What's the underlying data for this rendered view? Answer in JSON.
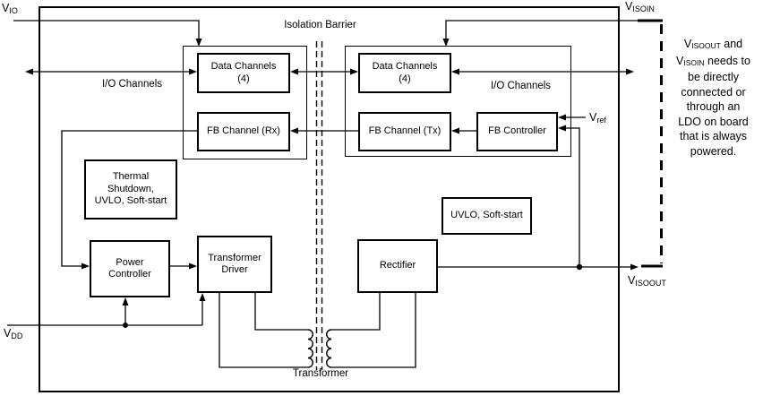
{
  "pins": {
    "vio": {
      "main": "V",
      "sub": "IO"
    },
    "visoin": {
      "main": "V",
      "sub": "ISOIN"
    },
    "vdd": {
      "main": "V",
      "sub": "DD"
    },
    "vref": {
      "main": "V",
      "sub": "ref"
    },
    "visoout": {
      "main": "V",
      "sub": "ISOOUT"
    }
  },
  "labels": {
    "isolation_barrier": "Isolation Barrier",
    "io_channels_left": "I/O Channels",
    "io_channels_right": "I/O Channels",
    "transformer": "Transformer"
  },
  "blocks": {
    "data_channels_left": "Data Channels\n(4)",
    "fb_channel_rx": "FB Channel (Rx)",
    "data_channels_right": "Data Channels\n(4)",
    "fb_channel_tx": "FB Channel (Tx)",
    "fb_controller": "FB Controller",
    "thermal": "Thermal\nShutdown,\nUVLO, Soft-start",
    "uvlo_soft_start": "UVLO, Soft-start",
    "power_controller": "Power\nController",
    "transformer_driver": "Transformer\nDriver",
    "rectifier": "Rectifier"
  },
  "note": {
    "v1_main": "V",
    "v1_sub": "ISOOUT",
    "line1_rest": " and",
    "v2_main": "V",
    "v2_sub": "ISOIN",
    "line2_rest": " needs to",
    "lines": [
      "be directly",
      "connected or",
      "through an",
      "LDO on board",
      "that is always",
      "powered."
    ]
  },
  "colors": {
    "line": "#000000",
    "background": "#ffffff"
  }
}
